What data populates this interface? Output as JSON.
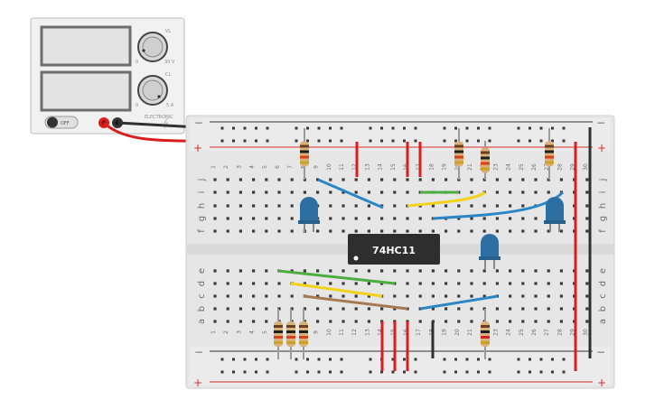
{
  "power_supply": {
    "voltage_knob": {
      "label": "VL",
      "min": "0",
      "max": "30 V"
    },
    "current_knob": {
      "label": "CL",
      "min": "0",
      "max": "5 A"
    },
    "switch_label": "OFF",
    "brand": "ELECTRONIC"
  },
  "breadboard": {
    "columns": 30,
    "top_row_letters": [
      "j",
      "i",
      "h",
      "g",
      "f"
    ],
    "bottom_row_letters": [
      "e",
      "d",
      "c",
      "b",
      "a"
    ],
    "rail_minus": "−",
    "rail_plus": "+"
  },
  "ic": {
    "label": "74HC11"
  },
  "colors": {
    "board": "#e6e6e6",
    "hole": "#3a3a3a",
    "rail_red": "#d82c2c",
    "rail_black": "#333333",
    "wire_red": "#d91e1e",
    "wire_black": "#303030",
    "wire_blue": "#2b86c5",
    "wire_yellow": "#f2d21b",
    "wire_green": "#4cae3f",
    "wire_brown": "#a57a52",
    "led_blue": "#2d6fa3",
    "resistor_body": "#d8b27a",
    "ic_body": "#2e2e2e"
  }
}
